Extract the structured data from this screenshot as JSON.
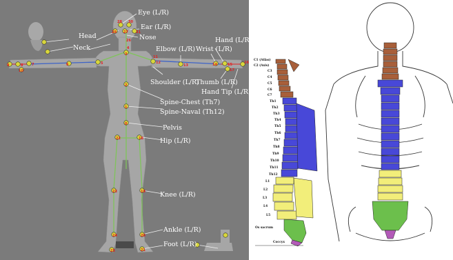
{
  "colors": {
    "panel_bg": "#7b7b7b",
    "body_gray": "#a6a6a6",
    "joint_fill": "#d8d63c",
    "bone_green": "#7fc45a",
    "bone_blue": "#3d63c8",
    "bone_red": "#d23c3c",
    "cervical": "#a85f3a",
    "thoracic": "#4848d8",
    "lumbar": "#f2ee7a",
    "sacrum": "#6cbf4c",
    "coccyx": "#b35ab8"
  },
  "left_panel": {
    "labels": {
      "eye": "Eye (L/R)",
      "ear": "Ear (L/R)",
      "head": "Head",
      "nose": "Nose",
      "neck": "Neck",
      "hand": "Hand (L/R)",
      "elbow": "Elbow (L/R)",
      "wrist": "Wrist (L/R)",
      "shoulder": "Shoulder (L/R)",
      "thumb": "Thumb (L/R)",
      "hand_tip": "Hand Tip (L/R)",
      "spine_chest": "Spine-Chest (Th7)",
      "spine_naval": "Spine-Naval (Th12)",
      "pelvis": "Pelvis",
      "hip": "Hip (L/R)",
      "knee": "Knee (L/R)",
      "ankle": "Ankle (L/R)",
      "foot": "Foot (L/R)"
    },
    "joint_numbers": {
      "j0": "0",
      "j1": "1",
      "j2": "2",
      "j3": "3",
      "j4": "4",
      "j5": "5",
      "j6": "6",
      "j7": "7",
      "j8": "8",
      "j9": "9",
      "j10": "10",
      "j11": "11",
      "j12": "12",
      "j13": "13",
      "j14": "14",
      "j15": "15",
      "j16": "16",
      "j17": "17",
      "j18": "18",
      "j19": "19",
      "j20": "20",
      "j21": "21",
      "j22": "22",
      "j23": "23",
      "j24": "24",
      "j25": "25",
      "j26": "26",
      "j27": "27",
      "j28": "28",
      "j29": "29",
      "j30": "30",
      "j31": "31"
    }
  },
  "right_panel": {
    "vertebra_labels": {
      "c1": "C1 (Atlas)",
      "c2": "C2 (Axis)",
      "c3": "C3",
      "c4": "C4",
      "c5": "C5",
      "c6": "C6",
      "c7": "C7",
      "th1": "Th1",
      "th2": "Th2",
      "th3": "Th3",
      "th4": "Th4",
      "th5": "Th5",
      "th6": "Th6",
      "th7": "Th7",
      "th8": "Th8",
      "th9": "Th9",
      "th10": "Th10",
      "th11": "Th11",
      "th12": "Th12",
      "l1": "L1",
      "l2": "L2",
      "l3": "L3",
      "l4": "L4",
      "l5": "L5",
      "sacrum": "Os sacrum",
      "coccyx": "Coccyx"
    }
  }
}
